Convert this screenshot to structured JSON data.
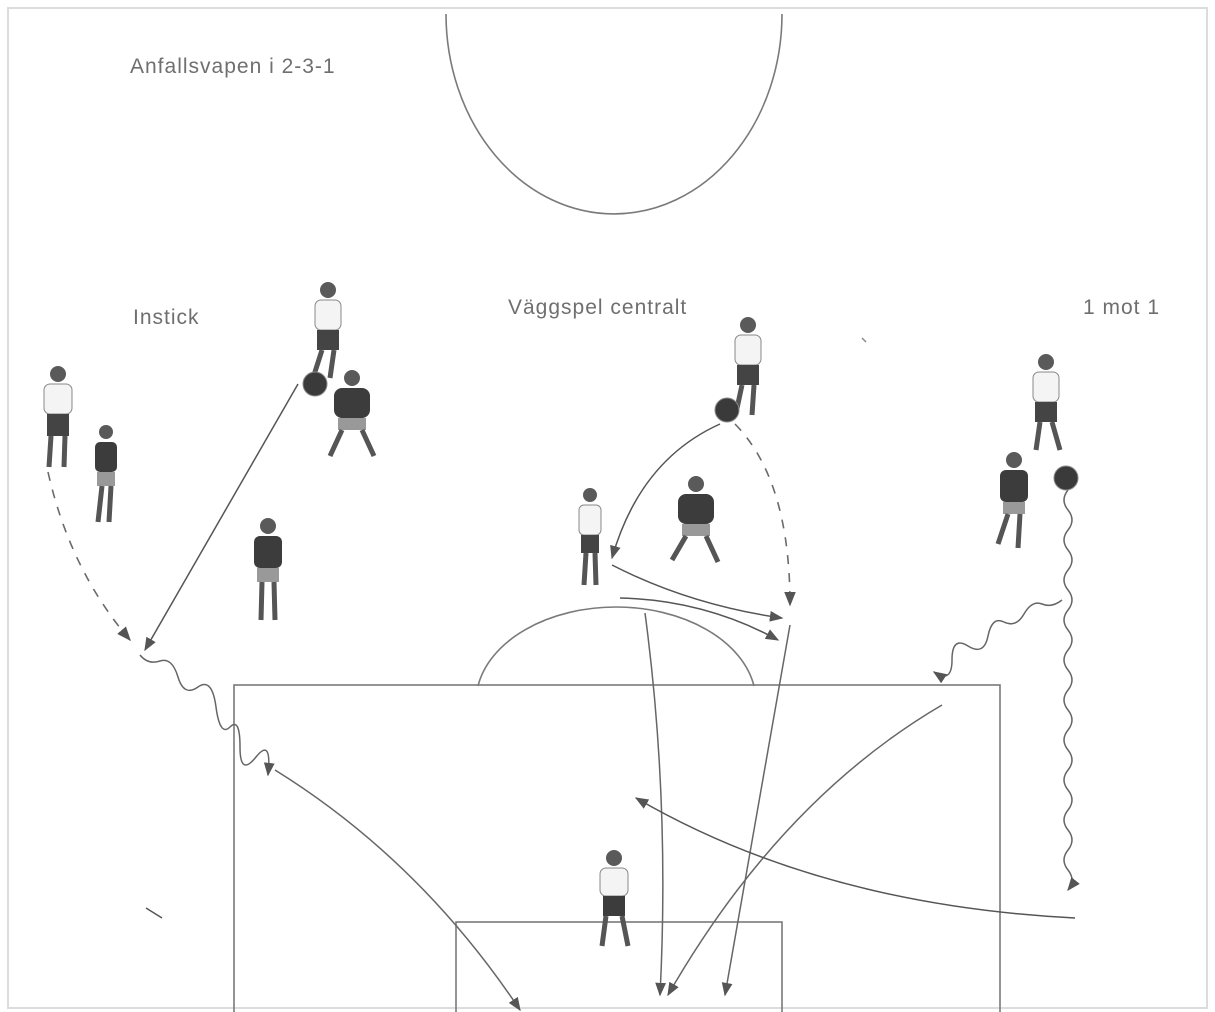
{
  "diagram": {
    "title": "Anfallsvapen i 2-3-1",
    "sections": [
      {
        "label": "Instick"
      },
      {
        "label": "Väggspel centralt"
      },
      {
        "label": "1 mot 1"
      }
    ]
  },
  "colors": {
    "field_line": "#7a7a7a",
    "attacker_shirt": "#f2f2f2",
    "defender_shirt": "#3a3a3a",
    "skin": "#6a6a6a"
  }
}
